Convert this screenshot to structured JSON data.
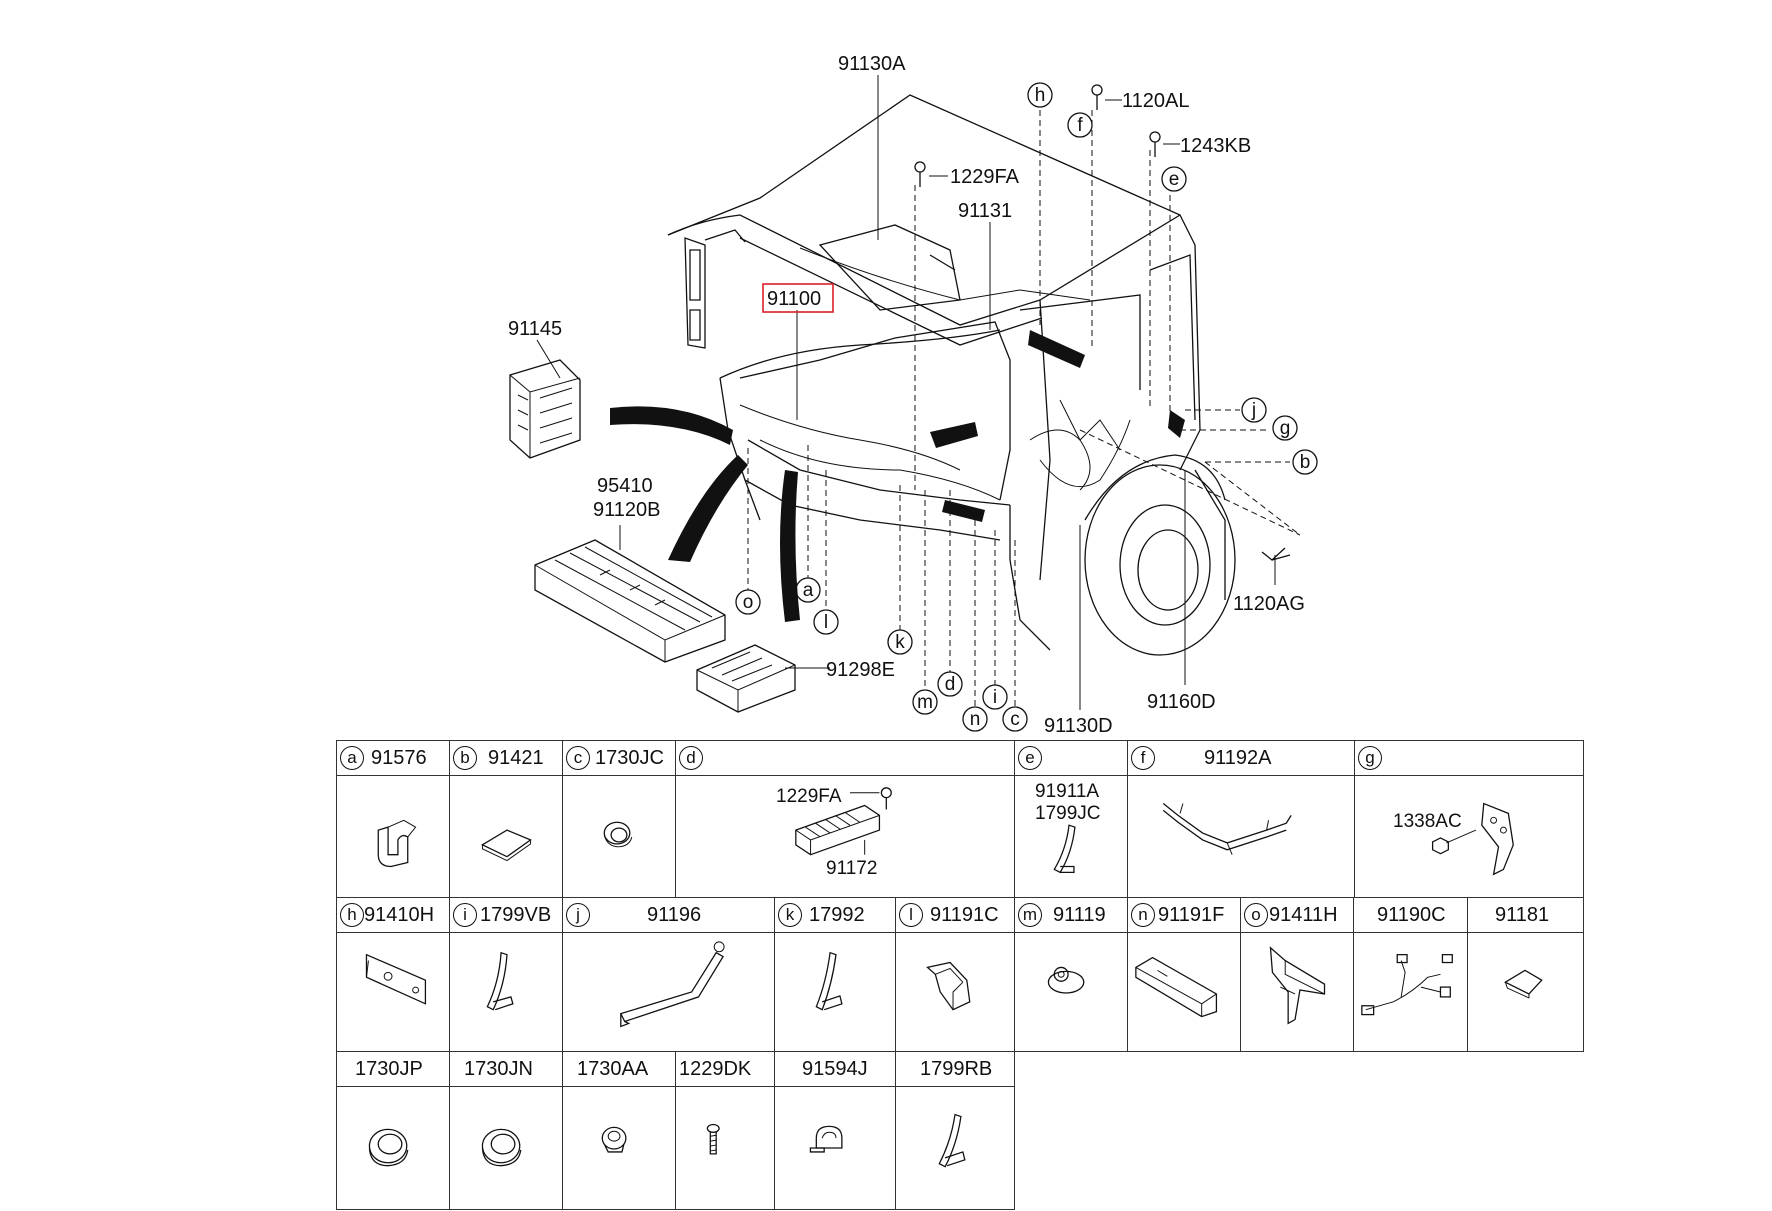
{
  "diagram": {
    "highlighted_part": "91100",
    "labels": {
      "p91130A": "91130A",
      "p1120AL": "1120AL",
      "p1243KB": "1243KB",
      "p1229FA": "1229FA",
      "p91131": "91131",
      "p91100": "91100",
      "p91145": "91145",
      "p95410": "95410",
      "p91120B": "91120B",
      "p91298E": "91298E",
      "p91130D": "91130D",
      "p91160D": "91160D",
      "p1120AG": "1120AG"
    },
    "callouts": [
      "h",
      "f",
      "e",
      "j",
      "g",
      "b",
      "o",
      "a",
      "l",
      "k",
      "m",
      "d",
      "n",
      "i",
      "c"
    ]
  },
  "parts_table": {
    "row1": [
      {
        "letter": "a",
        "part": "91576"
      },
      {
        "letter": "b",
        "part": "91421"
      },
      {
        "letter": "c",
        "part": "1730JC"
      },
      {
        "letter": "d",
        "part": "",
        "sub_top": "1229FA",
        "sub_bottom": "91172"
      },
      {
        "letter": "e",
        "part": "",
        "sub_top": "91911A",
        "sub_bottom": "1799JC"
      },
      {
        "letter": "f",
        "part": "91192A"
      },
      {
        "letter": "g",
        "part": "",
        "sub_top": "1338AC"
      }
    ],
    "row2": [
      {
        "letter": "h",
        "part": "91410H"
      },
      {
        "letter": "i",
        "part": "1799VB"
      },
      {
        "letter": "j",
        "part": "91196"
      },
      {
        "letter": "k",
        "part": "17992"
      },
      {
        "letter": "l",
        "part": "91191C"
      },
      {
        "letter": "m",
        "part": "91119"
      },
      {
        "letter": "n",
        "part": "91191F"
      },
      {
        "letter": "o",
        "part": "91411H"
      },
      {
        "letter": "",
        "part": "91190C"
      },
      {
        "letter": "",
        "part": "91181"
      }
    ],
    "row3": [
      {
        "part": "1730JP"
      },
      {
        "part": "1730JN"
      },
      {
        "part": "1730AA"
      },
      {
        "part": "1229DK"
      },
      {
        "part": "91594J"
      },
      {
        "part": "1799RB"
      }
    ]
  }
}
